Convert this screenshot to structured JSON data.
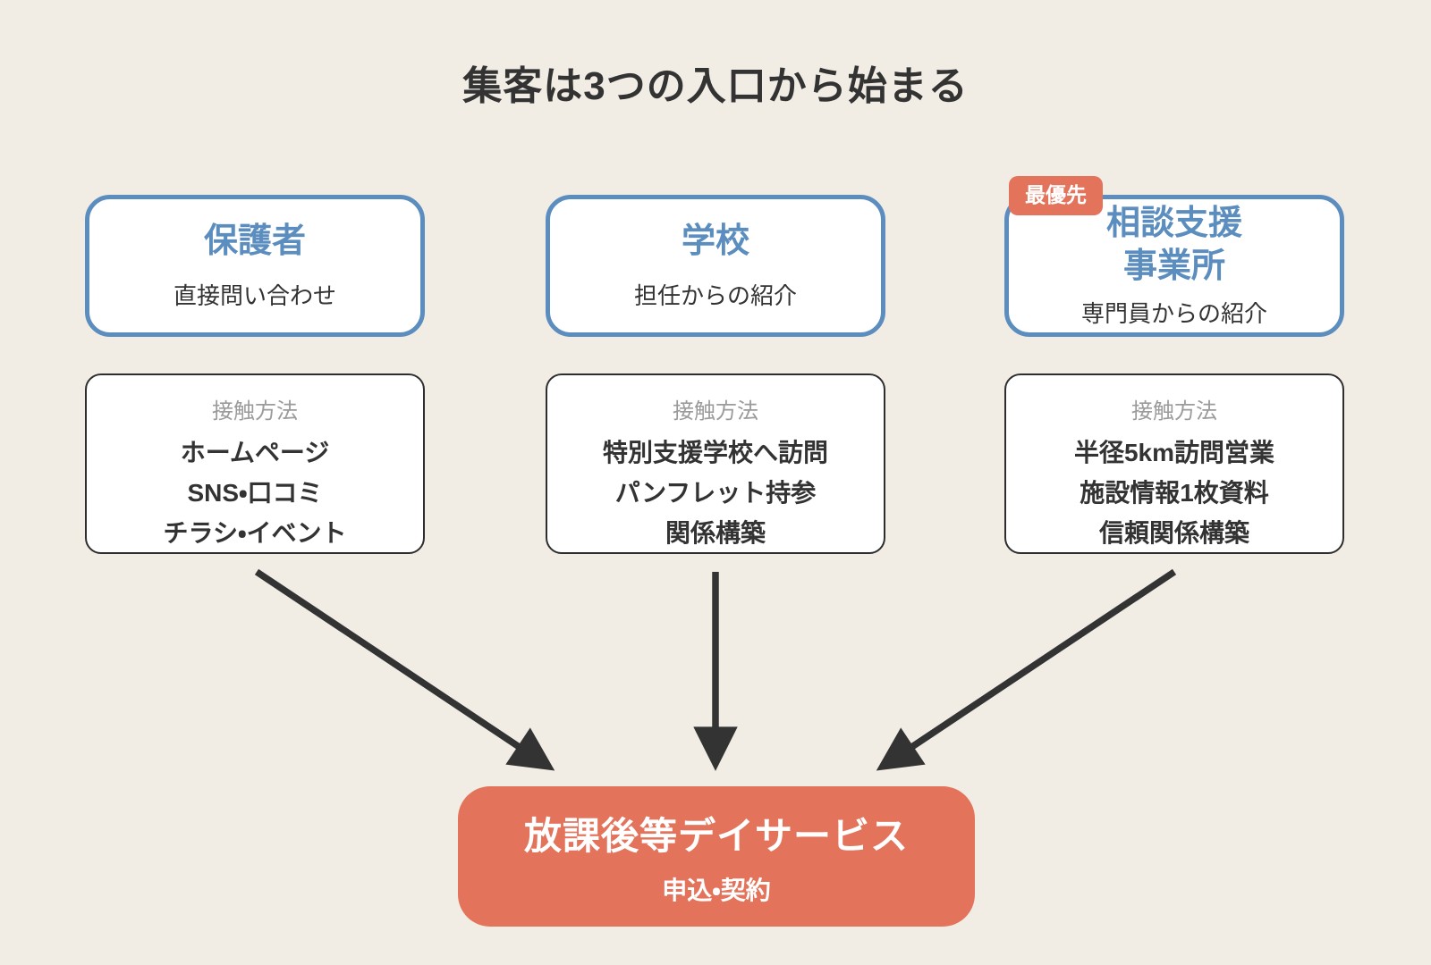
{
  "title": "集客は3つの入口から始まる",
  "columns": [
    {
      "entrance": {
        "title": "保護者",
        "subtitle": "直接問い合わせ"
      },
      "methods": {
        "label": "接触方法",
        "items": [
          "ホームページ",
          "SNS・口コミ",
          "チラシ・イベント"
        ]
      }
    },
    {
      "entrance": {
        "title": "学校",
        "subtitle": "担任からの紹介"
      },
      "methods": {
        "label": "接触方法",
        "items": [
          "特別支援学校へ訪問",
          "パンフレット持参",
          "関係構築"
        ]
      }
    },
    {
      "entrance": {
        "title": "相談支援\n事業所",
        "subtitle": "専門員からの紹介",
        "badge": "最優先"
      },
      "methods": {
        "label": "接触方法",
        "items": [
          "半径5km訪問営業",
          "施設情報1枚資料",
          "信頼関係構築"
        ]
      }
    }
  ],
  "destination": {
    "title": "放課後等デイサービス",
    "subtitle": "申込・契約"
  },
  "arrows": [
    {
      "from": "保護者",
      "to": "放課後等デイサービス"
    },
    {
      "from": "学校",
      "to": "放課後等デイサービス"
    },
    {
      "from": "相談支援事業所",
      "to": "放課後等デイサービス"
    }
  ],
  "colors": {
    "background": "#F2EDE4",
    "panel": "#FFFFFF",
    "blue": "#5B8DBE",
    "orange": "#E3735B",
    "dark": "#333333",
    "gray": "#9B9B9B",
    "arrow": "#333333"
  }
}
